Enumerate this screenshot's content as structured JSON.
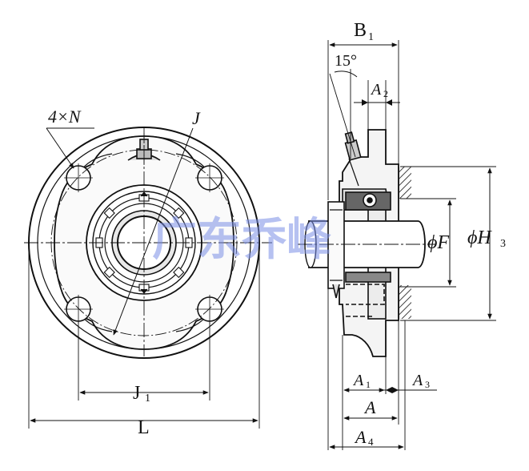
{
  "labels": {
    "four_n": "4×N",
    "j": "J",
    "j1": "J",
    "j1_sub": "1",
    "l": "L",
    "b1": "B",
    "b1_sub": "1",
    "angle": "15°",
    "a2": "A",
    "a2_sub": "2",
    "phi_f": "ϕF",
    "phi_h3": "ϕH",
    "h3_sub": "3",
    "a1": "A",
    "a1_sub": "1",
    "a3": "A",
    "a3_sub": "3",
    "a": "A",
    "a4": "A",
    "a4_sub": "4"
  },
  "watermark": "广东乔峰",
  "colors": {
    "line": "#111111",
    "body_fill": "#e9e9e9",
    "dark_fill": "#555555",
    "watermark": "#7b8fe6"
  }
}
